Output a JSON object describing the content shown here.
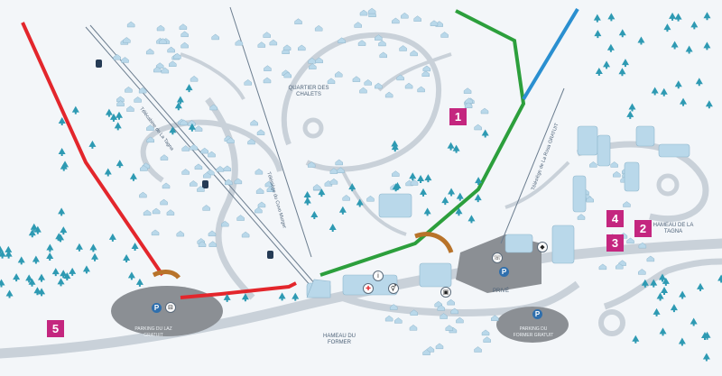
{
  "labels": {
    "quartier_chalets": "QUARTIER DES CHALETS",
    "hameau_tagna": "HAMEAU DE LA TAGNA",
    "hameau_former": "HAMEAU DU FORMER",
    "parking_laz": "PARKING DU LAZ GRATUIT",
    "parking_former": "PARKING DU FORMER GRATUIT",
    "prive": "PRIVÉ",
    "telecabine": "Télécabine de La Tagna",
    "telesiege_cuvo": "Télésiège du Cuvo Murger",
    "telesiege_rosa": "Télésiège de La Rosa GRATUIT"
  },
  "markers": [
    {
      "id": "1",
      "color": "#c4267f"
    },
    {
      "id": "2",
      "color": "#c4267f"
    },
    {
      "id": "3",
      "color": "#c4267f"
    },
    {
      "id": "4",
      "color": "#c4267f"
    },
    {
      "id": "5",
      "color": "#c4267f"
    }
  ],
  "parking_symbol": "P",
  "service_icons": [
    "bus-icon",
    "first-aid-icon",
    "toilets-icon",
    "info-icon",
    "shop-icon",
    "ski-school-icon"
  ],
  "lift_colors": {
    "red_piste": "#e3262c",
    "green_piste": "#2c9f3c",
    "blue_piste": "#2a8fd0",
    "gondola_car": "#253b55",
    "access_path": "#b8732a"
  },
  "palette": {
    "road": "#c9d1d9",
    "building": "#b9d8ea",
    "tree": "#2e9ab3",
    "parking_area": "#8b8f94"
  }
}
